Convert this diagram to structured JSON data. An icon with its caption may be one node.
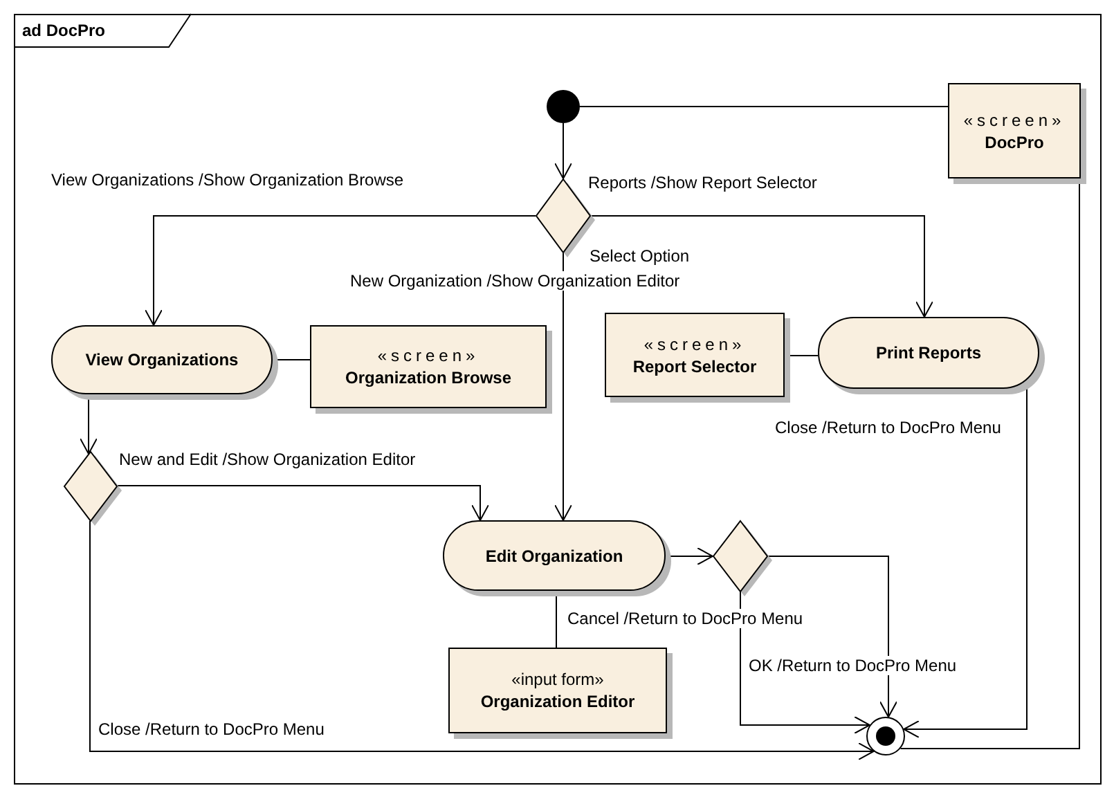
{
  "diagram": {
    "title": "ad DocPro",
    "nodes": [
      {
        "text": [],
        "shape": "circle"
      },
      {
        "text": [
          "«screen»",
          "DocPro"
        ]
      },
      {
        "text": [],
        "shape": "diamond",
        "beside": [
          "Select Option"
        ]
      },
      {
        "text": [
          "View Organizations"
        ]
      },
      {
        "text": [
          "«screen»",
          "Organization Browse"
        ]
      },
      {
        "text": [
          "«screen»",
          "Report Selector"
        ]
      },
      {
        "text": [
          "Print Reports"
        ]
      },
      {
        "text": [],
        "shape": "diamond"
      },
      {
        "text": [
          "Edit Organization"
        ]
      },
      {
        "text": [],
        "shape": "diamond"
      },
      {
        "text": [
          "«input form»",
          "Organization Editor"
        ]
      },
      {
        "text": [],
        "shape": "circle"
      }
    ],
    "edges": [
      {
        "from": 0,
        "to": 2,
        "arrow": "to"
      },
      {
        "from": 0,
        "to": 1,
        "arrow": "none"
      },
      {
        "from": 2,
        "to": 3,
        "arrow": "to",
        "label": "View Organizations /Show Organization Browse"
      },
      {
        "from": 2,
        "to": 6,
        "arrow": "to",
        "label": "Reports /Show Report Selector"
      },
      {
        "from": 2,
        "to": 8,
        "arrow": "to",
        "label": "New Organization /Show Organization Editor"
      },
      {
        "from": 3,
        "to": 4,
        "arrow": "none"
      },
      {
        "from": 5,
        "to": 6,
        "arrow": "none"
      },
      {
        "from": 3,
        "to": 7,
        "arrow": "to"
      },
      {
        "from": 7,
        "to": 8,
        "arrow": "to",
        "label": "New and Edit /Show Organization Editor"
      },
      {
        "from": 7,
        "to": 11,
        "arrow": "to",
        "label": "Close /Return to DocPro Menu"
      },
      {
        "from": 6,
        "to": 11,
        "arrow": "to",
        "label": "Close /Return to DocPro Menu"
      },
      {
        "from": 8,
        "to": 9,
        "arrow": "to"
      },
      {
        "from": 9,
        "to": 11,
        "arrow": "to",
        "label": "Cancel /Return to DocPro Menu"
      },
      {
        "from": 9,
        "to": 11,
        "arrow": "to",
        "label": "OK /Return to DocPro Menu"
      },
      {
        "from": 1,
        "to": 11,
        "arrow": "none"
      },
      {
        "from": 8,
        "to": 10,
        "arrow": "none"
      }
    ]
  }
}
